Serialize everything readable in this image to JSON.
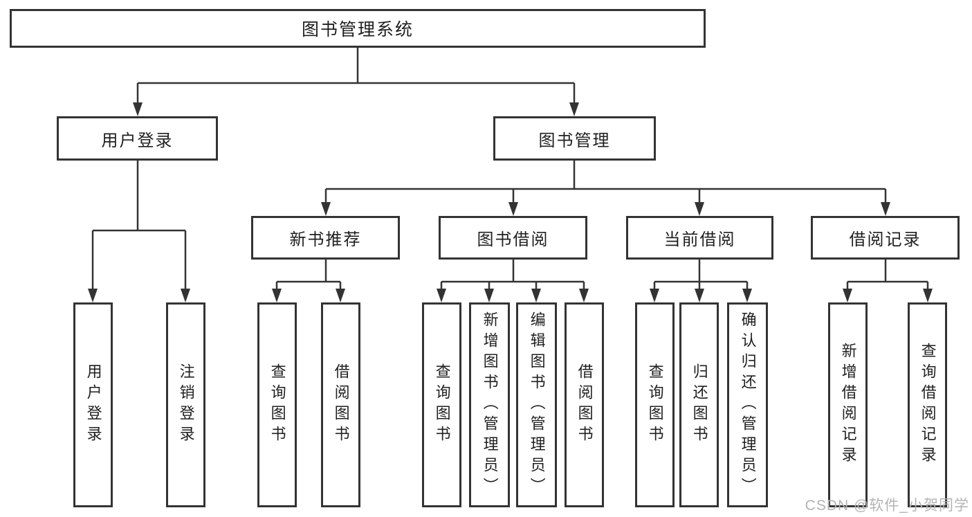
{
  "diagram": {
    "root": {
      "label": "图书管理系统"
    },
    "branches": [
      {
        "label": "用户登录",
        "children": [
          {
            "label": "用户登录"
          },
          {
            "label": "注销登录"
          }
        ]
      },
      {
        "label": "图书管理",
        "children": [
          {
            "label": "新书推荐",
            "children": [
              {
                "label": "查询图书"
              },
              {
                "label": "借阅图书"
              }
            ]
          },
          {
            "label": "图书借阅",
            "children": [
              {
                "label": "查询图书"
              },
              {
                "label": "新增图书（管理员）"
              },
              {
                "label": "编辑图书（管理员）"
              },
              {
                "label": "借阅图书"
              }
            ]
          },
          {
            "label": "当前借阅",
            "children": [
              {
                "label": "查询图书"
              },
              {
                "label": "归还图书"
              },
              {
                "label": "确认归还（管理员）"
              }
            ]
          },
          {
            "label": "借阅记录",
            "children": [
              {
                "label": "新增借阅记录"
              },
              {
                "label": "查询借阅记录"
              }
            ]
          }
        ]
      }
    ]
  },
  "watermark": "CSDN @软件_小贺同学",
  "colors": {
    "background": "#ffffff",
    "box_border": "#333333",
    "connector_line": "#333333",
    "text": "#1f1f1f",
    "watermark": "#b3b3b3"
  }
}
